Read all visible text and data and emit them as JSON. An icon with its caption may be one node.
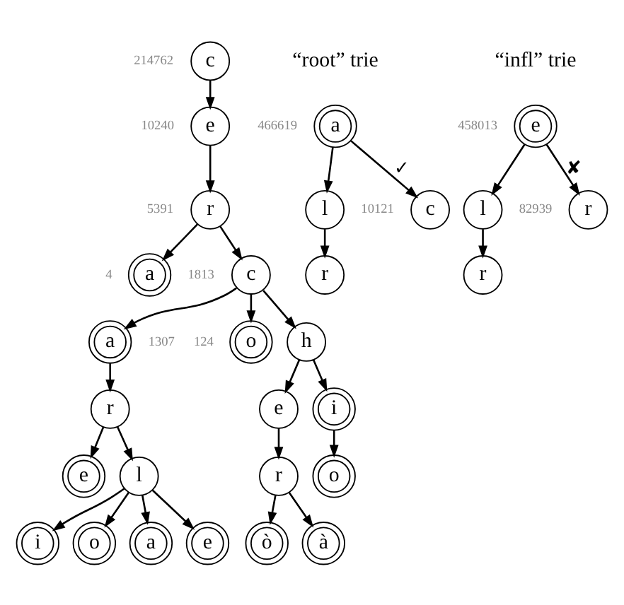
{
  "diagram": {
    "nodes": [
      {
        "text": [
          "c"
        ],
        "beside": [
          "214762"
        ]
      },
      {
        "text": [
          "e"
        ],
        "beside": [
          "10240"
        ]
      },
      {
        "text": [
          "r"
        ],
        "beside": [
          "5391"
        ]
      },
      {
        "text": [
          "a"
        ],
        "beside": [
          "4"
        ]
      },
      {
        "text": [
          "c"
        ],
        "beside": [
          "1813"
        ]
      },
      {
        "text": [
          "a"
        ],
        "beside": [
          "1307"
        ]
      },
      {
        "text": [
          "o"
        ],
        "beside": [
          "124"
        ]
      },
      {
        "text": [
          "h"
        ]
      },
      {
        "text": [
          "r"
        ]
      },
      {
        "text": [
          "i"
        ]
      },
      {
        "text": [
          "e"
        ]
      },
      {
        "text": [
          "e"
        ]
      },
      {
        "text": [
          "l"
        ]
      },
      {
        "text": [
          "o"
        ]
      },
      {
        "text": [
          "r"
        ]
      },
      {
        "text": [
          "a"
        ]
      },
      {
        "text": [
          "e"
        ]
      },
      {
        "text": [
          "i"
        ]
      },
      {
        "text": [
          "o"
        ]
      },
      {
        "text": [
          "ò"
        ]
      },
      {
        "text": [
          "à"
        ]
      },
      {
        "text": [
          "a"
        ],
        "beside": [
          "466619"
        ]
      },
      {
        "text": [
          "l"
        ]
      },
      {
        "text": [
          "c"
        ],
        "beside": [
          "10121"
        ]
      },
      {
        "text": [
          "r"
        ]
      },
      {
        "text": [
          "e"
        ],
        "beside": [
          "458013"
        ]
      },
      {
        "text": [
          "l"
        ]
      },
      {
        "text": [
          "r"
        ],
        "beside": [
          "82939"
        ]
      },
      {
        "text": [
          "r"
        ]
      }
    ],
    "edges": [
      {
        "from": 0,
        "to": 1,
        "arrow": "to"
      },
      {
        "from": 1,
        "to": 2,
        "arrow": "to"
      },
      {
        "from": 2,
        "to": 4,
        "arrow": "to"
      },
      {
        "from": 2,
        "to": 3,
        "arrow": "to"
      },
      {
        "from": 4,
        "to": 5,
        "arrow": "to"
      },
      {
        "from": 4,
        "to": 6,
        "arrow": "to"
      },
      {
        "from": 4,
        "to": 7,
        "arrow": "to"
      },
      {
        "from": 5,
        "to": 8,
        "arrow": "to"
      },
      {
        "from": 7,
        "to": 9,
        "arrow": "to"
      },
      {
        "from": 7,
        "to": 10,
        "arrow": "to"
      },
      {
        "from": 8,
        "to": 11,
        "arrow": "to"
      },
      {
        "from": 8,
        "to": 12,
        "arrow": "to"
      },
      {
        "from": 9,
        "to": 13,
        "arrow": "to"
      },
      {
        "from": 10,
        "to": 14,
        "arrow": "to"
      },
      {
        "from": 12,
        "to": 15,
        "arrow": "to"
      },
      {
        "from": 12,
        "to": 16,
        "arrow": "to"
      },
      {
        "from": 12,
        "to": 17,
        "arrow": "to"
      },
      {
        "from": 12,
        "to": 18,
        "arrow": "to"
      },
      {
        "from": 14,
        "to": 19,
        "arrow": "to"
      },
      {
        "from": 14,
        "to": 20,
        "arrow": "to"
      },
      {
        "from": 21,
        "to": 23,
        "arrow": "to",
        "label": "✓"
      },
      {
        "from": 21,
        "to": 22,
        "arrow": "to"
      },
      {
        "from": 22,
        "to": 24,
        "arrow": "to"
      },
      {
        "from": 25,
        "to": 27,
        "arrow": "to",
        "label": "✘"
      },
      {
        "from": 25,
        "to": 26,
        "arrow": "to"
      },
      {
        "from": 26,
        "to": 28,
        "arrow": "to"
      }
    ],
    "labels": [
      "“root” trie",
      "“infl” trie"
    ]
  }
}
